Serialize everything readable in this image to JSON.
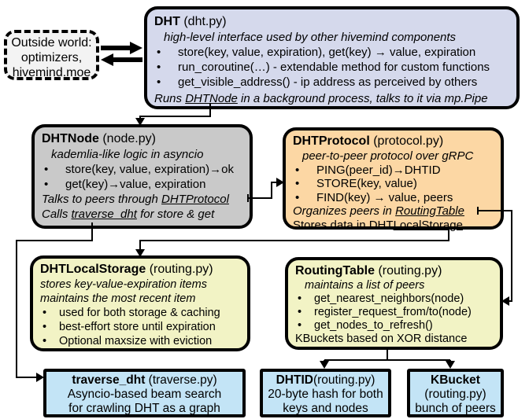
{
  "colors": {
    "dht_fill": "#d5d9ec",
    "node_fill": "#c9c9c9",
    "protocol_fill": "#fcd7a4",
    "storage_fill": "#f2f3c5",
    "routing_fill": "#f2f3c5",
    "bottom_fill": "#c3e4f6",
    "outside_fill": "#f3f3f3",
    "border": "#000000"
  },
  "outside": {
    "line1": "Outside world:",
    "line2": "optimizers,",
    "line3": "hivemind.moe"
  },
  "dht": {
    "title": "DHT",
    "file": " (dht.py)",
    "subtitle": "high-level interface used by other hivemind components",
    "bullets": [
      "store(key, value, expiration), get(key) → value, expiration",
      "run_coroutine(…) - extendable method for custom functions",
      "get_visible_address() - ip address as perceived by others"
    ],
    "note_prefix": "Runs ",
    "note_link": "DHTNode",
    "note_suffix": " in a background process, talks to it via mp.Pipe"
  },
  "dhtnode": {
    "title": "DHTNode",
    "file": " (node.py)",
    "subtitle": "kademlia-like logic in asyncio",
    "bullets": [
      "store(key, value, expiration)→ok",
      "get(key)→value, expiration"
    ],
    "note1_prefix": "Talks to peers through ",
    "note1_link": "DHTProtocol",
    "note2_prefix": "Calls ",
    "note2_link": "traverse_dht",
    "note2_suffix": " for store & get"
  },
  "protocol": {
    "title": "DHTProtocol",
    "file": " (protocol.py)",
    "subtitle": "peer-to-peer protocol over gRPC",
    "bullets": [
      "PING(peer_id)→DHTID",
      "STORE(key, value)",
      "FIND(key) → value, peers"
    ],
    "note1_prefix": "Organizes peers in ",
    "note1_link": "RoutingTable",
    "note2_prefix": "Stores data in DHT",
    "note2_link": "LocalStorage"
  },
  "storage": {
    "title": "DHTLocalStorage",
    "file": " (routing.py)",
    "subtitle1": "stores key-value-expiration items",
    "subtitle2": "maintains the most recent item",
    "bullets": [
      "used for both storage & caching",
      "best-effort store until expiration",
      "Optional maxsize with eviction"
    ]
  },
  "routing": {
    "title": "RoutingTable",
    "file": " (routing.py)",
    "subtitle": "maintains a list of peers",
    "bullets": [
      "get_nearest_neighbors(node)",
      "register_request_from/to(node)",
      "get_nodes_to_refresh()"
    ],
    "note": "KBuckets based on XOR distance"
  },
  "traverse": {
    "title": "traverse_dht",
    "file": " (traverse.py)",
    "line2": "Asyncio-based beam search",
    "line3": "for crawling DHT as a graph"
  },
  "dhtid": {
    "title": "DHTID",
    "file": "(routing.py)",
    "line2": "20-byte hash for both",
    "line3": "keys and nodes"
  },
  "kbucket": {
    "title": "KBucket",
    "file": "(routing.py)",
    "line2": "bunch of peers"
  }
}
